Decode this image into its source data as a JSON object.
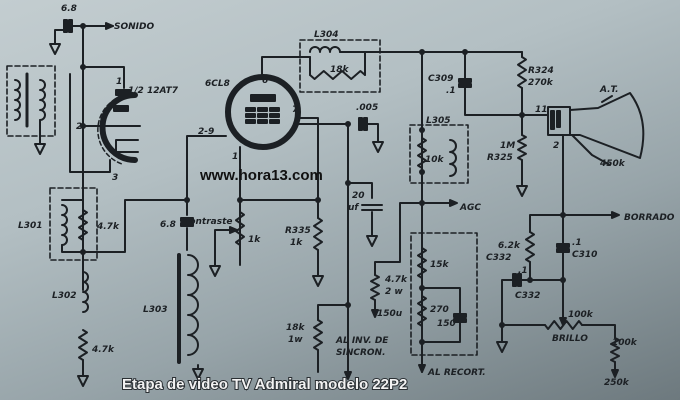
{
  "title": "Etapa de video TV Admiral modelo 22P2",
  "watermark": "www.hora13.com",
  "colors": {
    "ink": "#1c2024",
    "background": "#b3bfc3",
    "caption": "#f2f2f2"
  },
  "labels": {
    "c_sonido": "6.8",
    "sonido": "SONIDO",
    "tube1": "1/2 12AT7",
    "tube1_pin1": "1",
    "tube1_pin2": "2",
    "tube1_pin3": "3",
    "tube2": "6CL8",
    "tube2_pin6": "6",
    "tube2_pin7": "7",
    "tube2_pin29": "2-9",
    "tube2_pin1": "1",
    "l304": "L304",
    "r_l304": "18k",
    "c005": ".005",
    "c309": "C309",
    "c309_val": ".1",
    "r324": "R324",
    "r324_val": "270k",
    "r325_val": "1M",
    "r325": "R325",
    "crt_pin11": "11",
    "crt_pin2": "2",
    "at": "A.T.",
    "crt_450k": "450k",
    "l305": "L305",
    "r_l305": "10k",
    "l301": "L301",
    "r_l301": "4.7k",
    "l302": "L302",
    "r_l302": "4.7k",
    "c_l303": "6.8",
    "l303": "L303",
    "contraste": "contraste",
    "contraste_val": "1k",
    "r335": "R335",
    "r335_val": "1k",
    "c20": "20",
    "c20_unit": "uf",
    "agc": "AGC",
    "r47k": "4.7k",
    "r47k_w": "2 w",
    "v150u": "150u",
    "r18k": "18k",
    "r18k_w": "1w",
    "al_inv": "AL INV. DE",
    "sincron": "SINCRON.",
    "r15k": "15k",
    "r270": "270",
    "c150": "150",
    "al_recort": "AL RECORT.",
    "borrado": "BORRADO",
    "r62k": "6.2k",
    "c332a": "C332",
    "c310_val": ".1",
    "c310": "C310",
    "c332_val": ".1",
    "c332b": "C332",
    "brillo_val": "100k",
    "brillo": "BRILLO",
    "r100k": "100k",
    "v250k": "250k"
  }
}
